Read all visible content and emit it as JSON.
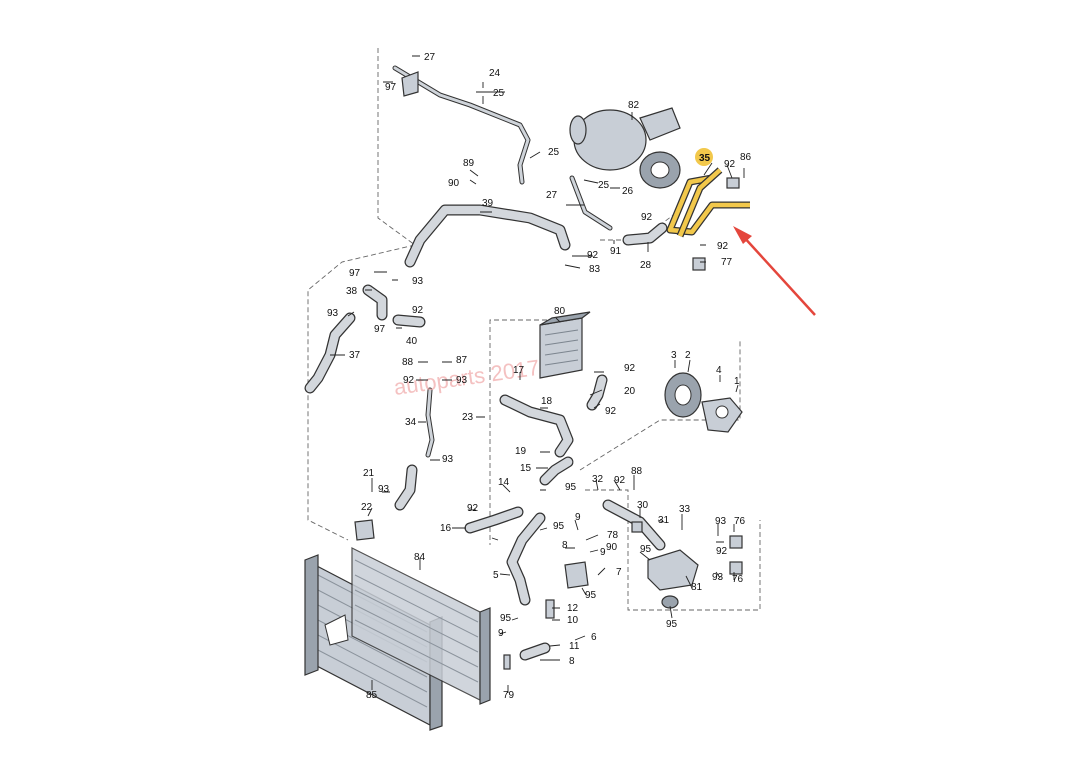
{
  "colors": {
    "highlight": "#f2c84b",
    "arrow": "#e4463c",
    "watermark": "#f0a7a7"
  },
  "watermark": "autoparts 2017",
  "highlighted_label": "35",
  "labels": [
    "27",
    "97",
    "24",
    "25",
    "82",
    "35",
    "92",
    "86",
    "25",
    "27",
    "25",
    "26",
    "89",
    "90",
    "39",
    "92",
    "91",
    "28",
    "92",
    "77",
    "92",
    "83",
    "97",
    "93",
    "38",
    "93",
    "37",
    "92",
    "97",
    "40",
    "80",
    "3",
    "2",
    "4",
    "1",
    "88",
    "87",
    "92",
    "93",
    "17",
    "92",
    "20",
    "18",
    "92",
    "23",
    "34",
    "19",
    "93",
    "15",
    "21",
    "93",
    "22",
    "95",
    "14",
    "92",
    "16",
    "95",
    "9",
    "78",
    "8",
    "90",
    "9",
    "7",
    "5",
    "95",
    "32",
    "88",
    "92",
    "30",
    "31",
    "33",
    "93",
    "76",
    "92",
    "95",
    "93",
    "76",
    "81",
    "95",
    "84",
    "12",
    "95",
    "10",
    "9",
    "6",
    "11",
    "8",
    "85",
    "79"
  ]
}
